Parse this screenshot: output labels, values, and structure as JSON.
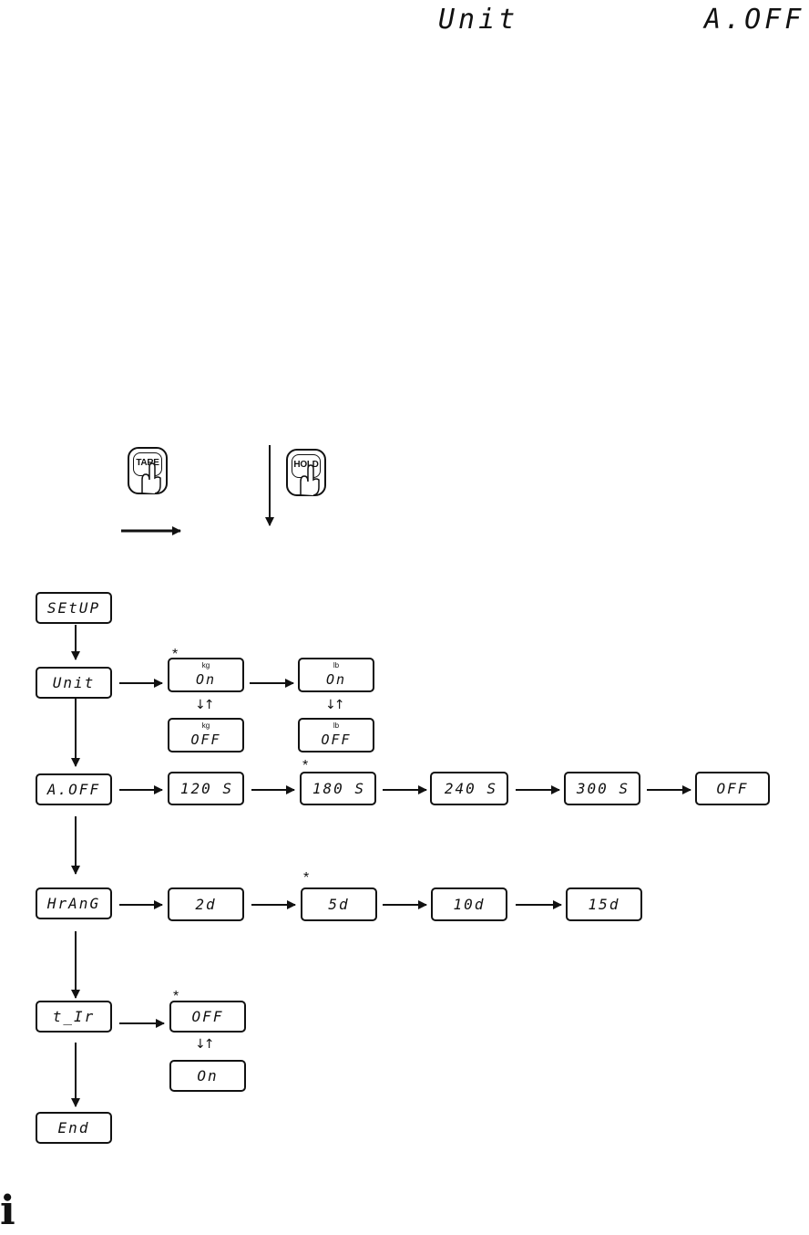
{
  "header": {
    "unit_segment": "Unit",
    "aoff_segment": "A.OFF"
  },
  "keys": {
    "tare_label": "TARE",
    "hold_label": "HOLD"
  },
  "flow": {
    "setup": "SEtUP",
    "unit": "Unit",
    "unit_kg_unit": "kg",
    "unit_kg_on": "On",
    "unit_lb_unit": "lb",
    "unit_lb_on": "On",
    "unit_kg_off_unit": "kg",
    "unit_kg_off": "OFF",
    "unit_lb_off_unit": "lb",
    "unit_lb_off": "OFF",
    "aoff": "A.OFF",
    "aoff_options": [
      "120 S",
      "180 S",
      "240 S",
      "300 S",
      "OFF"
    ],
    "hrang": "HrAnG",
    "hrang_options": [
      "2d",
      "5d",
      "10d",
      "15d"
    ],
    "tir": "t_Ir",
    "tir_off": "OFF",
    "tir_on": "On",
    "end": "End",
    "default_marker": "*",
    "toggle_marker": "↓↑"
  },
  "info_icon": "i",
  "colors": {
    "ink": "#111111",
    "background": "#ffffff"
  }
}
